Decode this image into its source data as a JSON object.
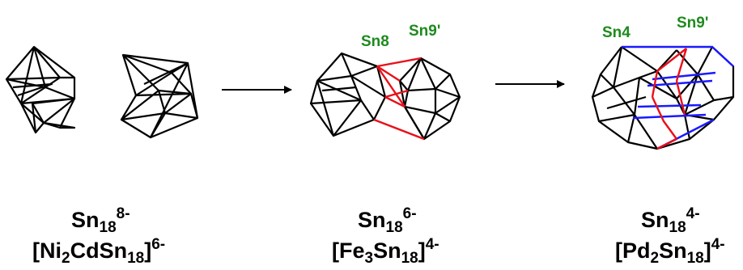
{
  "colors": {
    "edge": "#000000",
    "highlight_red": "#e8101a",
    "highlight_blue": "#1a1aff",
    "label_green": "#1e8a1e"
  },
  "labels": {
    "sn8": "Sn8",
    "sn9prime_mid": "Sn9'",
    "sn4": "Sn4",
    "sn9prime_right": "Sn9'"
  },
  "formulas": {
    "col1": {
      "top": {
        "base": "Sn",
        "sub": "18",
        "sup": "8-"
      },
      "bottom": {
        "open": "[Ni",
        "sub1": "2",
        "mid": "CdSn",
        "sub2": "18",
        "close": "]",
        "sup": "6-"
      }
    },
    "col2": {
      "top": {
        "base": "Sn",
        "sub": "18",
        "sup": "6-"
      },
      "bottom": {
        "open": "[Fe",
        "sub1": "3",
        "mid": "Sn",
        "sub2": "18",
        "close": "]",
        "sup": "4-"
      }
    },
    "col3": {
      "top": {
        "base": "Sn",
        "sub": "18",
        "sup": "4-"
      },
      "bottom": {
        "open": "[Pd",
        "sub1": "2",
        "mid": "Sn",
        "sub2": "18",
        "close": "]",
        "sup": "4-"
      }
    }
  }
}
